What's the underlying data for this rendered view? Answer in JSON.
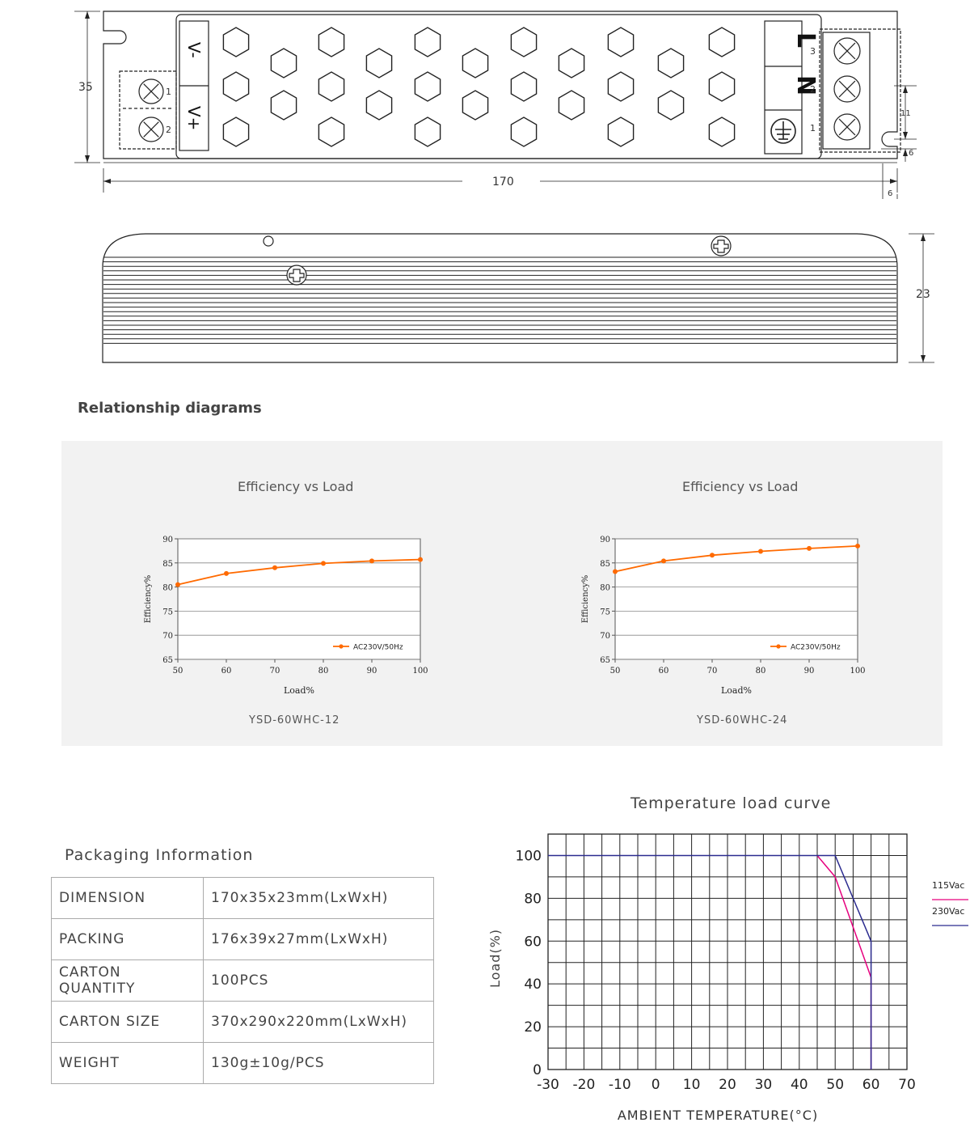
{
  "drawing": {
    "dim_width": "35",
    "dim_length": "170",
    "dim_height": "23",
    "dim_hole_offset": "11",
    "dim_slot_a": "6",
    "dim_slot_b": "6",
    "terminal_vminus": "V-",
    "terminal_vplus": "V+",
    "terminal_l": "L",
    "terminal_n": "N",
    "pin_out_1": "1",
    "pin_out_2": "2",
    "pin_in_3": "3",
    "pin_in_2": "2",
    "pin_in_1": "1"
  },
  "section_title": "Relationship diagrams",
  "efficiency_charts": [
    {
      "title": "Efficiency vs Load",
      "caption": "YSD-60WHC-12",
      "chart_data": {
        "type": "line",
        "x": [
          50,
          60,
          70,
          80,
          90,
          100
        ],
        "series": [
          {
            "name": "AC230V/50Hz",
            "values": [
              80.5,
              82.8,
              84.0,
              84.9,
              85.4,
              85.7
            ],
            "color": "#ff6a00"
          }
        ],
        "xlabel": "Load%",
        "ylabel": "Efficiency%",
        "xlim": [
          50,
          100
        ],
        "ylim": [
          65,
          90
        ],
        "xticks": [
          50,
          60,
          70,
          80,
          90,
          100
        ],
        "yticks": [
          65,
          70,
          75,
          80,
          85,
          90
        ],
        "grid": true,
        "legend_position": "bottom-right"
      }
    },
    {
      "title": "Efficiency vs Load",
      "caption": "YSD-60WHC-24",
      "chart_data": {
        "type": "line",
        "x": [
          50,
          60,
          70,
          80,
          90,
          100
        ],
        "series": [
          {
            "name": "AC230V/50Hz",
            "values": [
              83.2,
              85.4,
              86.6,
              87.4,
              88.0,
              88.5
            ],
            "color": "#ff6a00"
          }
        ],
        "xlabel": "Load%",
        "ylabel": "Efficiency%",
        "xlim": [
          50,
          100
        ],
        "ylim": [
          65,
          90
        ],
        "xticks": [
          50,
          60,
          70,
          80,
          90,
          100
        ],
        "yticks": [
          65,
          70,
          75,
          80,
          85,
          90
        ],
        "grid": true,
        "legend_position": "bottom-right"
      }
    }
  ],
  "packaging": {
    "title": "Packaging Information",
    "rows": [
      {
        "label": "DIMENSION",
        "value": "170x35x23mm(LxWxH)"
      },
      {
        "label": "PACKING",
        "value": "176x39x27mm(LxWxH)"
      },
      {
        "label": "CARTON QUANTITY",
        "value": "100PCS"
      },
      {
        "label": "CARTON SIZE",
        "value": "370x290x220mm(LxWxH)"
      },
      {
        "label": "WEIGHT",
        "value": "130g±10g/PCS"
      }
    ]
  },
  "temperature_chart": {
    "title": "Temperature load curve",
    "chart_data": {
      "type": "line",
      "x": [
        -30,
        -20,
        -10,
        0,
        10,
        20,
        30,
        40,
        50,
        60,
        70
      ],
      "xlabel": "AMBIENT TEMPERATURE(°C)",
      "ylabel": "Load(%)",
      "xlim": [
        -30,
        70
      ],
      "ylim": [
        0,
        110
      ],
      "xticks": [
        -30,
        -20,
        -10,
        0,
        10,
        20,
        30,
        40,
        50,
        60,
        70
      ],
      "yticks": [
        0,
        20,
        40,
        60,
        80,
        100
      ],
      "grid": true,
      "legend_position": "right",
      "series": [
        {
          "name": "115Vac",
          "color": "#e6007e",
          "points": [
            [
              45,
              100
            ],
            [
              50,
              90
            ],
            [
              60,
              43
            ],
            [
              60,
              0
            ]
          ]
        },
        {
          "name": "230Vac",
          "color": "#2b2b8f",
          "points": [
            [
              -30,
              100
            ],
            [
              50,
              100
            ],
            [
              60,
              60
            ],
            [
              60,
              0
            ]
          ]
        }
      ]
    }
  }
}
